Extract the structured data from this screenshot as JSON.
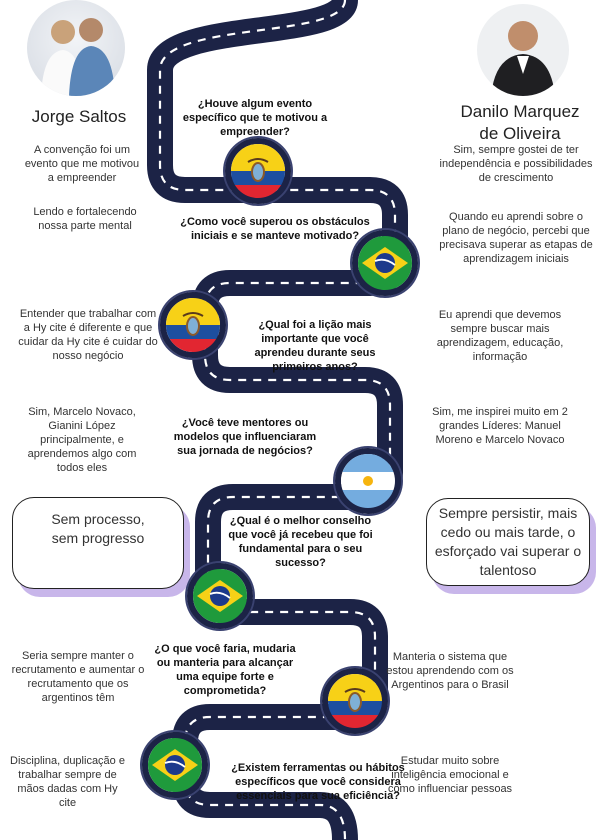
{
  "people": {
    "left": {
      "name": "Jorge Saltos"
    },
    "right": {
      "name_line1": "Danilo Marquez",
      "name_line2": "de Oliveira"
    }
  },
  "questions": [
    "¿Houve algum evento específico que te motivou a empreender?",
    "¿Como você superou os obstáculos iniciais e se manteve motivado?",
    "¿Qual foi a lição mais importante que você aprendeu durante seus primeiros anos?",
    "¿Você teve mentores ou modelos que influenciaram sua jornada de negócios?",
    "¿Qual é o melhor conselho que você já recebeu que foi fundamental para o seu sucesso?",
    "¿O que você faria, mudaria ou manteria para alcançar uma equipe forte e comprometida?",
    "¿Existem ferramentas ou hábitos específicos que você considera essenciais para sua eficiência?"
  ],
  "left_answers": [
    "A convenção foi um evento que me motivou a empreender",
    "Lendo e fortalecendo nossa parte mental",
    "Entender que trabalhar com a Hy cite é diferente e que cuidar da Hy cite é cuidar do nosso negócio",
    "Sim, Marcelo Novaco, Gianini López principalmente, e aprendemos algo com todos eles",
    "Sem processo, sem progresso",
    "Seria sempre manter o recrutamento e aumentar o recrutamento que os argentinos têm",
    "Disciplina, duplicação e trabalhar sempre de mãos dadas com Hy cite"
  ],
  "right_answers": [
    "Sim, sempre gostei de ter independência e possibilidades de crescimento",
    "Quando eu aprendi sobre o plano de negócio, percebi que precisava superar as etapas de aprendizagem iniciais",
    "Eu aprendi que devemos sempre buscar mais aprendizagem, educação, informação",
    "Sim, me inspirei muito em 2 grandes Líderes: Manuel Moreno e Marcelo Novaco",
    "Sempre persistir, mais cedo ou mais tarde, o esforçado vai superar o talentoso",
    "Manteria o sistema que estou aprendendo com os Argentinos para o Brasil",
    "Estudar muito sobre inteligência emocional e como influenciar pessoas"
  ],
  "flags": [
    "ecuador",
    "brazil",
    "ecuador",
    "argentina",
    "brazil",
    "ecuador",
    "brazil"
  ],
  "colors": {
    "road": "#1c2346",
    "bubble_shadow": "#c8b6ea"
  }
}
